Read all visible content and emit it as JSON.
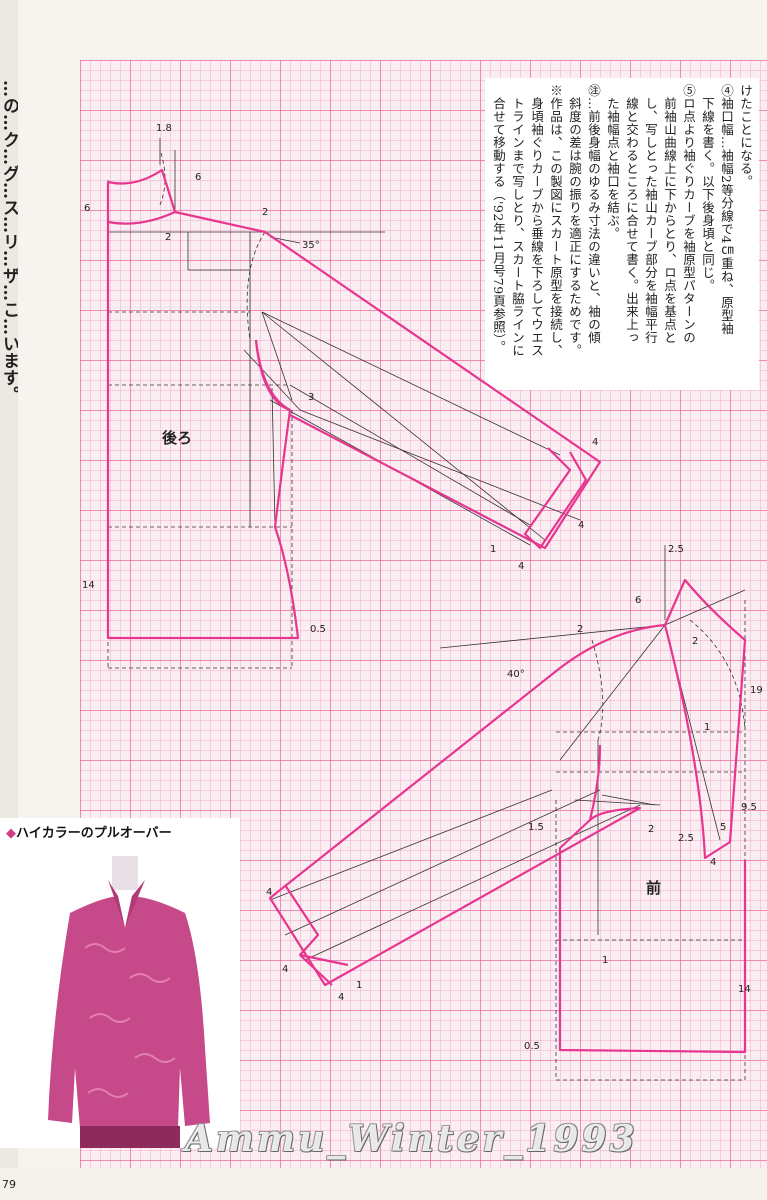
{
  "notes": {
    "lines": [
      "けたことになる。",
      "④袖口幅…袖幅2等分線で4㎝重ね、原型袖",
      "　下線を書く。以下後身頃と同じ。",
      "⑤ロ点より袖ぐりカーブを袖原型パターンの",
      "　前袖山曲線上に下からとり、ロ点を基点と",
      "　し、写しとった袖山カーブ部分を袖幅平行",
      "　線と交わるところに合せて書く。出来上っ",
      "　た袖幅点と袖口を結ぶ。",
      "㊟…前後身幅のゆるみ寸法の違いと、袖の傾",
      "　斜度の差は腕の振りを適正にするためです。",
      "※作品は、この製図にスカート原型を接続し、",
      "　身頃袖ぐりカーブから垂線を下ろしてウエス",
      "　トラインまで写しとり、スカート脇ラインに",
      "　合せて移動する（'92年11月号79頁参照）。"
    ]
  },
  "edge_text": "…の…ク…グ…ス…リ…ザ…こ…います。",
  "back_label": "後ろ",
  "front_label": "前",
  "back_measures": {
    "m1_8": "1.8",
    "m6a": "6",
    "m6b": "6",
    "m2a": "2",
    "m2b": "2",
    "angle": "35°",
    "m3": "3",
    "m4a": "4",
    "m4b": "4",
    "m4c": "4",
    "m1": "1",
    "m14": "14",
    "m05": "0.5"
  },
  "front_measures": {
    "m2_5a": "2.5",
    "m6": "6",
    "m2a": "2",
    "m2b": "2",
    "angle": "40°",
    "m19": "19",
    "m1a": "1",
    "m9_5": "9.5",
    "m5": "5",
    "m2_5b": "2.5",
    "m4a": "4",
    "m1_5": "1.5",
    "m2c": "2",
    "m4b": "4",
    "m4c": "4",
    "m4d": "4",
    "m1b": "1",
    "m1c": "1",
    "m14": "14",
    "m05": "0.5"
  },
  "caption": {
    "bullet": "◆",
    "text": "ハイカラーのプルオーバー"
  },
  "watermark": "Ammu_Winter_1993",
  "page_number": "79",
  "colors": {
    "pattern": "#e6368f",
    "grid": "#e85896",
    "ink": "#333333"
  }
}
